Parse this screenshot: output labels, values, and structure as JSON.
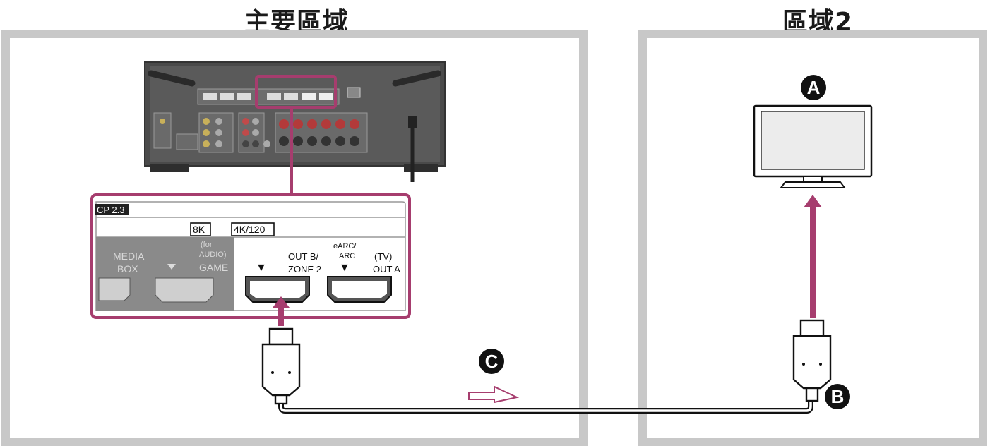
{
  "zones": {
    "main": {
      "title": "主要區域"
    },
    "zone2": {
      "title": "區域2"
    }
  },
  "markers": {
    "tv": "A",
    "cable_end": "B",
    "direction": "C"
  },
  "panel": {
    "protocol_label": "CP 2.3",
    "badge_8k": "8K",
    "badge_4k120": "4K/120",
    "ports": {
      "media_box_line1": "MEDIA",
      "media_box_line2": "BOX",
      "game_line1": "(for",
      "game_line2": "AUDIO)",
      "game_line3": "GAME",
      "out_b_line1": "OUT B/",
      "out_b_line2": "ZONE 2",
      "earc_line1": "eARC/",
      "earc_line2": "ARC",
      "tv_out_line1": "(TV)",
      "tv_out_line2": "OUT A",
      "arrow_symbol": "▼"
    }
  },
  "colors": {
    "accent": "#a63d6e",
    "frame": "#c8c8c8",
    "receiver": "#4a4a4a",
    "panel_dark": "#8a8a8a"
  }
}
